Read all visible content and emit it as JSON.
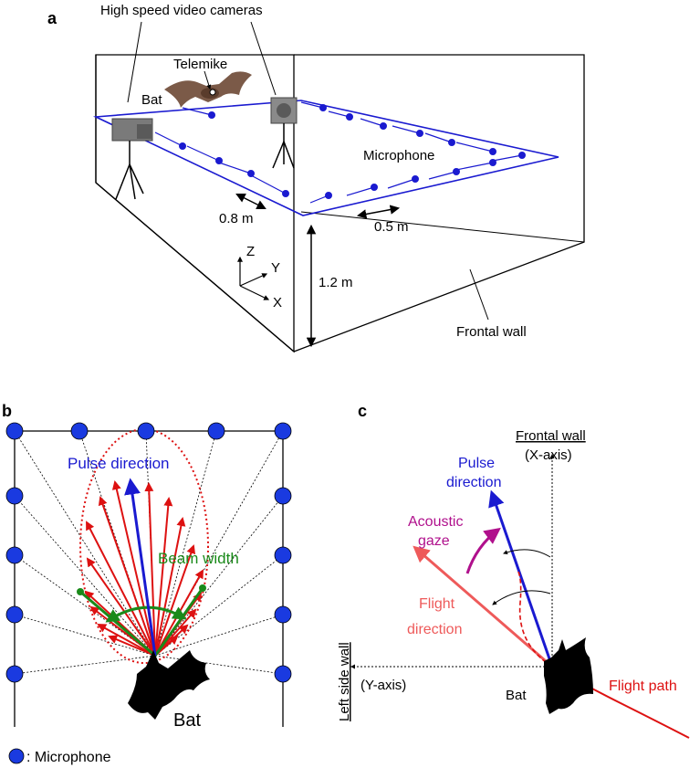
{
  "panel_a": {
    "letter": "a",
    "cameras_label": "High speed video cameras",
    "telemike_label": "Telemike",
    "bat_label": "Bat",
    "microphone_label": "Microphone",
    "spacing_08": "0.8 m",
    "spacing_05": "0.5 m",
    "height_label": "1.2 m",
    "frontal_wall_label": "Frontal wall",
    "axis_z": "Z",
    "axis_y": "Y",
    "axis_x": "X",
    "colors": {
      "array": "#1a1ad0",
      "mic_dot": "#1a1ad0",
      "camera": "#6f6f6f"
    }
  },
  "panel_b": {
    "letter": "b",
    "pulse_direction_label": "Pulse direction",
    "beam_width_label": "Beam width",
    "bat_label": "Bat",
    "legend_label": ": Microphone",
    "colors": {
      "pulse": "#1a1ad0",
      "beam": "#1a8a1a",
      "rays": "#dd1111",
      "mic": "#1a3ae0"
    }
  },
  "panel_c": {
    "letter": "c",
    "frontal_wall_label": "Frontal wall",
    "x_axis_label": "(X-axis)",
    "left_side_wall_label": "Left side wall",
    "y_axis_label": "(Y-axis)",
    "pulse_direction_label": [
      "Pulse",
      "direction"
    ],
    "acoustic_gaze_label": [
      "Acoustic",
      "gaze"
    ],
    "flight_direction_label": [
      "Flight",
      "direction"
    ],
    "bat_label": "Bat",
    "flight_path_label": "Flight path",
    "colors": {
      "pulse": "#1a1ad0",
      "gaze": "#b0108c",
      "flight_dir": "#ee5a5a",
      "flight_path": "#dd1111"
    }
  }
}
